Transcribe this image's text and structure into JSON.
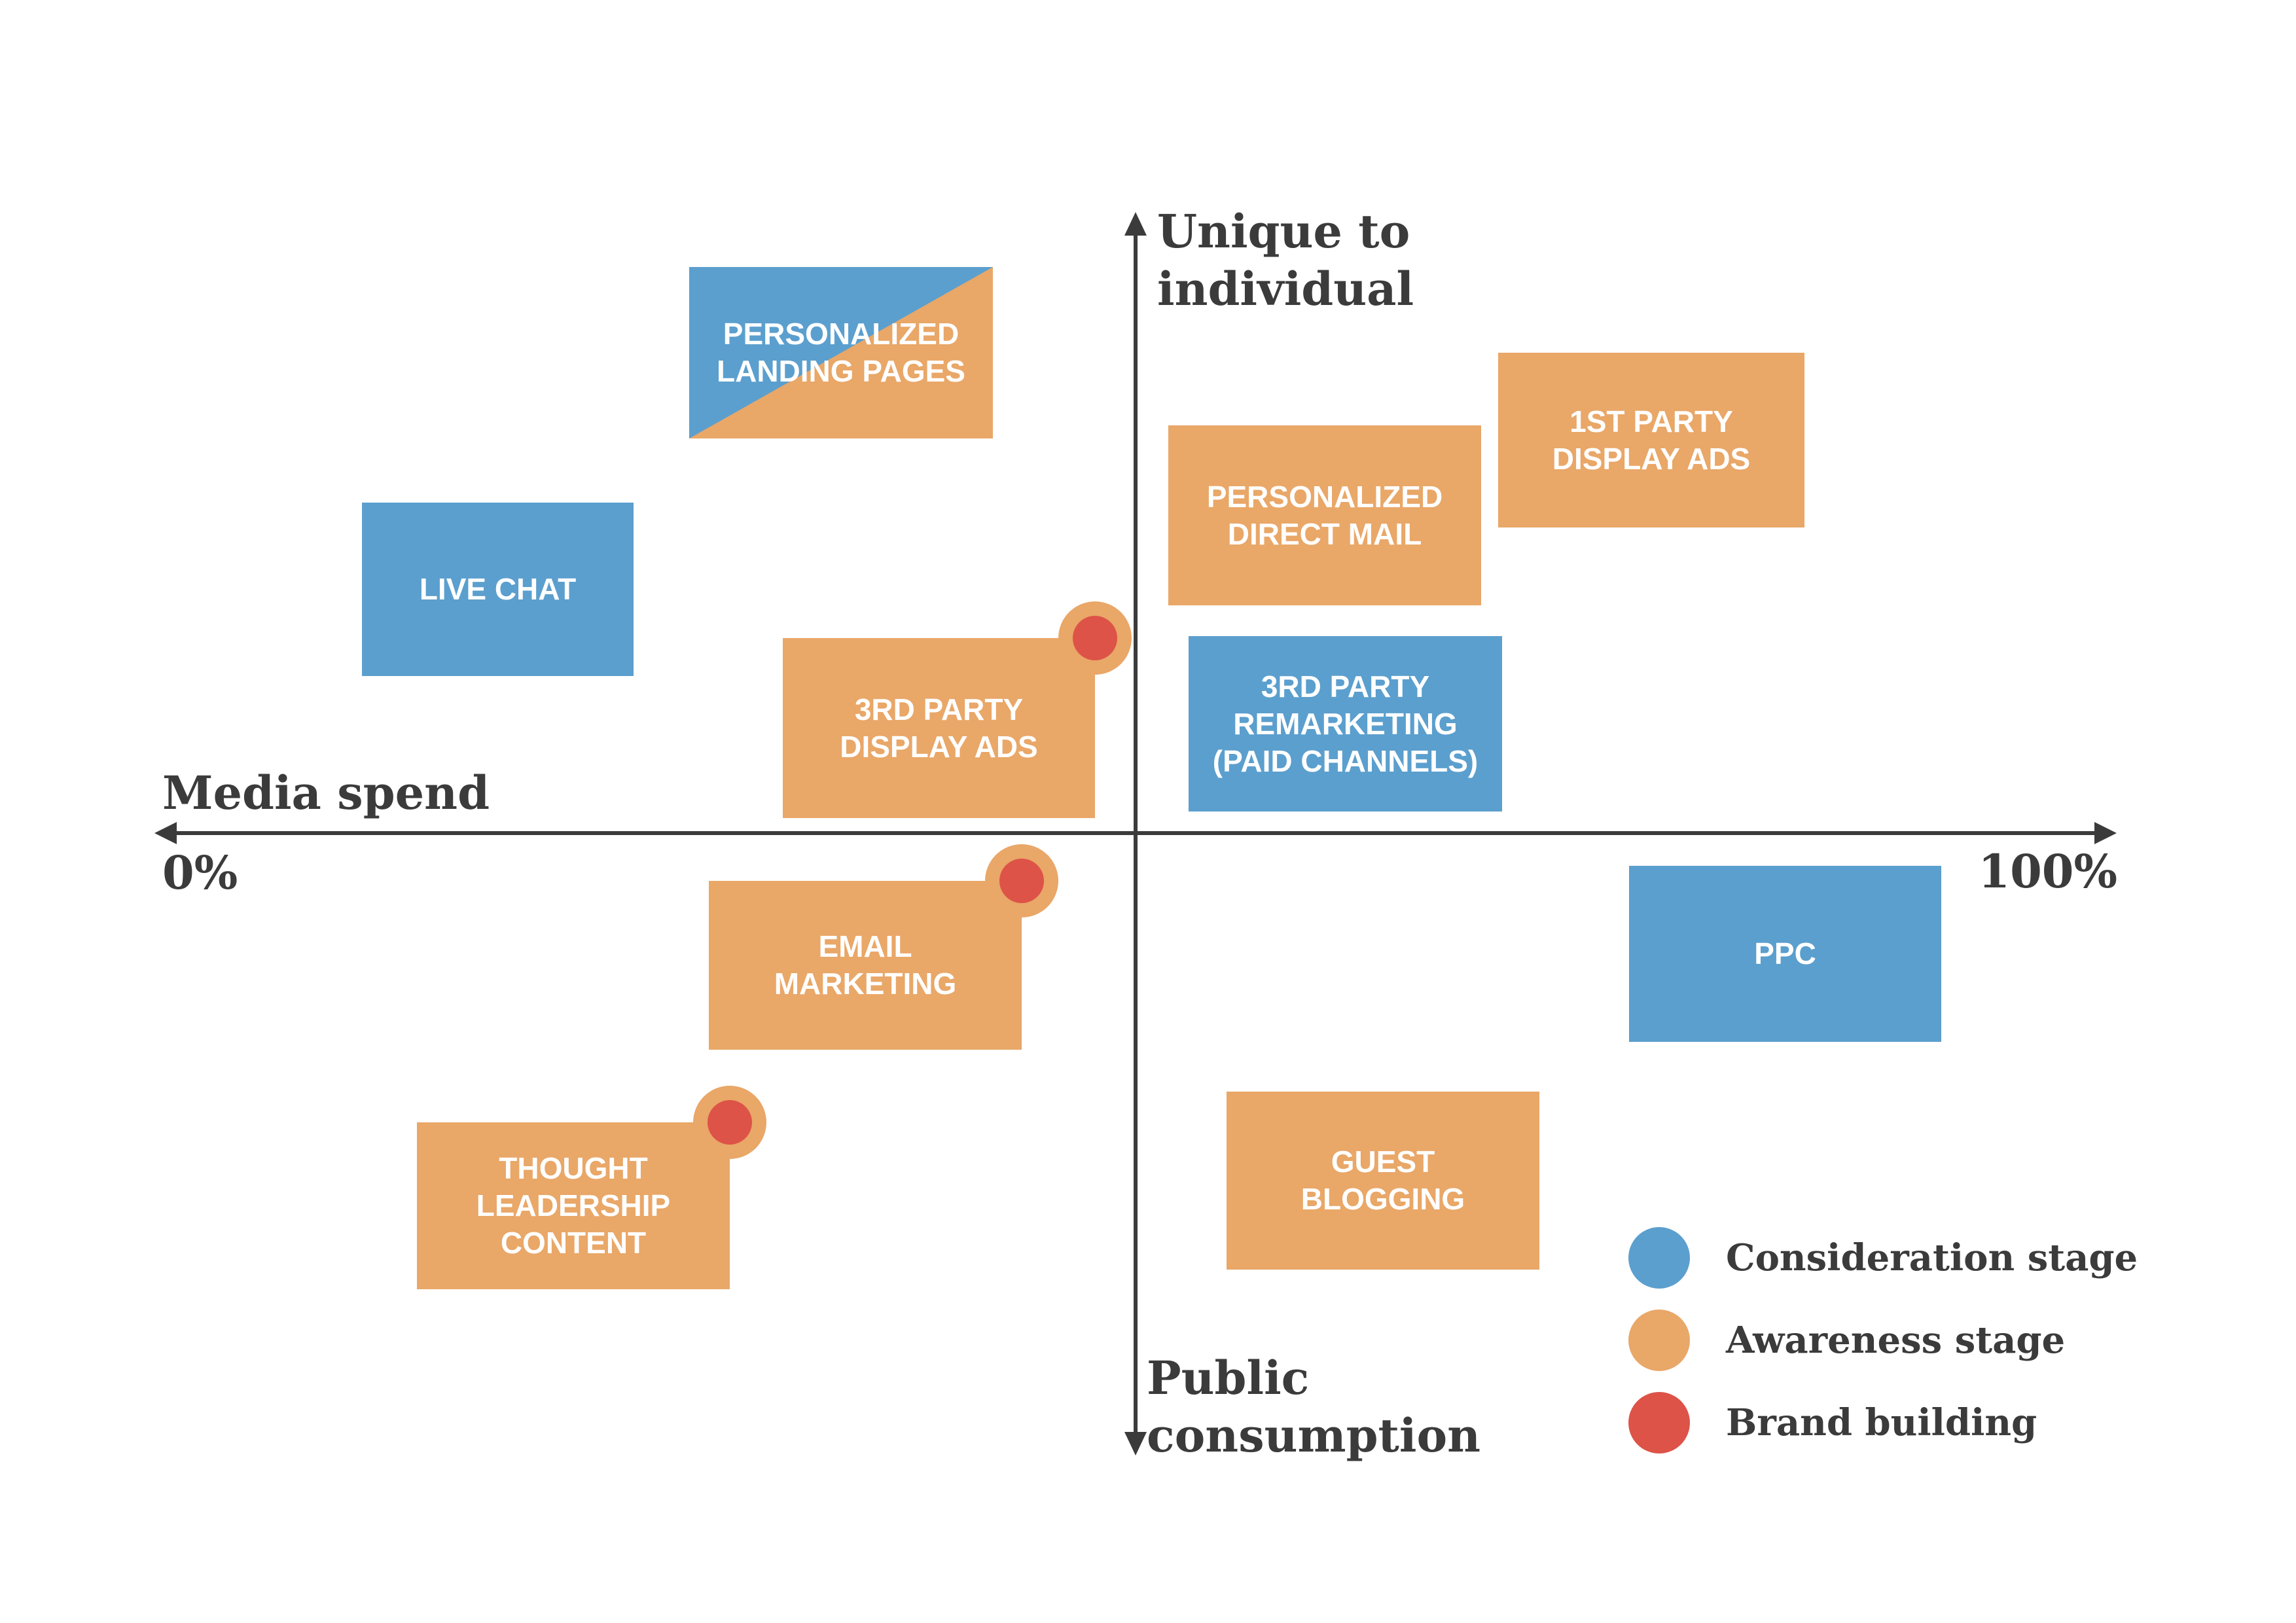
{
  "colors": {
    "consideration_blue": "#5B9FCE",
    "awareness_orange": "#E9A768",
    "brand_red": "#DD5348",
    "axis_dark": "#3B3B3C",
    "box_text": "#FFFFFF"
  },
  "axes": {
    "y_top": [
      "Unique to",
      "individual"
    ],
    "y_bottom": [
      "Public",
      "consumption"
    ],
    "x_title": "Media spend",
    "x_min": "0%",
    "x_max": "100%"
  },
  "boxes": [
    {
      "name": "personalized-landing-pages",
      "lines": [
        "PERSONALIZED",
        "LANDING PAGES"
      ],
      "stage": "consideration + awareness",
      "brand_building": false
    },
    {
      "name": "live-chat",
      "lines": [
        "LIVE CHAT"
      ],
      "stage": "consideration",
      "brand_building": false
    },
    {
      "name": "personalized-direct-mail",
      "lines": [
        "PERSONALIZED",
        "DIRECT MAIL"
      ],
      "stage": "awareness",
      "brand_building": false
    },
    {
      "name": "1st-party-display-ads",
      "lines": [
        "1ST PARTY",
        "DISPLAY ADS"
      ],
      "stage": "awareness",
      "brand_building": false
    },
    {
      "name": "3rd-party-display-ads",
      "lines": [
        "3RD PARTY",
        "DISPLAY ADS"
      ],
      "stage": "awareness",
      "brand_building": true
    },
    {
      "name": "3rd-party-remarketing",
      "lines": [
        "3RD PARTY",
        "REMARKETING",
        "(PAID CHANNELS)"
      ],
      "stage": "consideration",
      "brand_building": false
    },
    {
      "name": "email-marketing",
      "lines": [
        "EMAIL",
        "MARKETING"
      ],
      "stage": "awareness",
      "brand_building": true
    },
    {
      "name": "ppc",
      "lines": [
        "PPC"
      ],
      "stage": "consideration",
      "brand_building": false
    },
    {
      "name": "thought-leadership-content",
      "lines": [
        "THOUGHT",
        "LEADERSHIP",
        "CONTENT"
      ],
      "stage": "awareness",
      "brand_building": true
    },
    {
      "name": "guest-blogging",
      "lines": [
        "GUEST",
        "BLOGGING"
      ],
      "stage": "awareness",
      "brand_building": false
    }
  ],
  "legend": [
    {
      "label": "Consideration stage",
      "color": "#5B9FCE"
    },
    {
      "label": "Awareness stage",
      "color": "#E9A768"
    },
    {
      "label": "Brand building",
      "color": "#DD5348"
    }
  ]
}
